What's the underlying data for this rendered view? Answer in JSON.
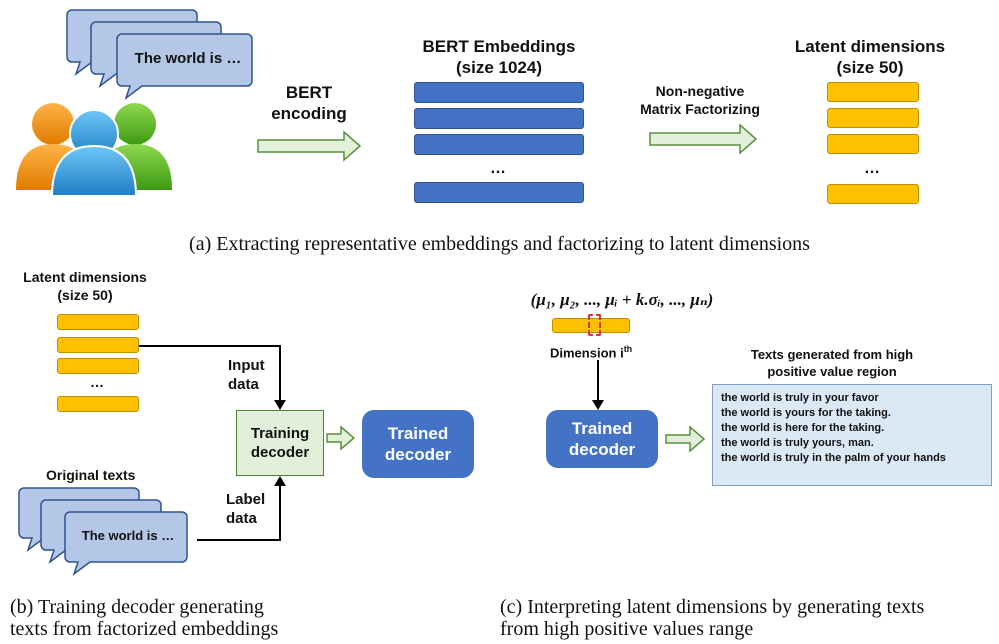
{
  "panel_a": {
    "bubble_text": "The world is …",
    "encode_label": [
      "BERT",
      "encoding"
    ],
    "bert_title": [
      "BERT Embeddings",
      "(size 1024)"
    ],
    "nmf_label": [
      "Non-negative",
      "Matrix Factorizing"
    ],
    "latent_title": [
      "Latent dimensions",
      "(size 50)"
    ],
    "ellipsis": "…",
    "caption": "(a) Extracting representative embeddings and factorizing to latent dimensions"
  },
  "panel_b": {
    "latent_title": [
      "Latent dimensions",
      "(size 50)"
    ],
    "ellipsis": "…",
    "input_label": [
      "Input",
      "data"
    ],
    "training_box": [
      "Training",
      "decoder"
    ],
    "trained_box": [
      "Trained",
      "decoder"
    ],
    "original_title": "Original texts",
    "bubble_text": "The world is …",
    "label_label": [
      "Label",
      "data"
    ],
    "caption": [
      "(b) Training decoder generating",
      "texts from factorized embeddings"
    ]
  },
  "panel_c": {
    "formula": "(μ₁, μ₂, ..., μᵢ + k.σᵢ, ..., μₙ)",
    "dimension_label": "Dimension i",
    "dimension_sup": "th",
    "trained_box": [
      "Trained",
      "decoder"
    ],
    "texts_title": [
      "Texts generated from high",
      "positive value region"
    ],
    "texts": [
      "the world is truly in your favor",
      "the world is yours for the taking.",
      "the world is here for the taking.",
      "the world is truly yours, man.",
      "the world is truly in the palm of your hands"
    ],
    "caption": [
      "(c) Interpreting latent dimensions by generating texts",
      "from high positive values range"
    ]
  },
  "colors": {
    "embedding_blue": "#4472c4",
    "latent_yellow": "#ffc000",
    "bubble_blue": "#b4c7e7",
    "arrow_green": "#e2efda",
    "training_box": "#e2efda",
    "highlight_red": "#e03030"
  }
}
